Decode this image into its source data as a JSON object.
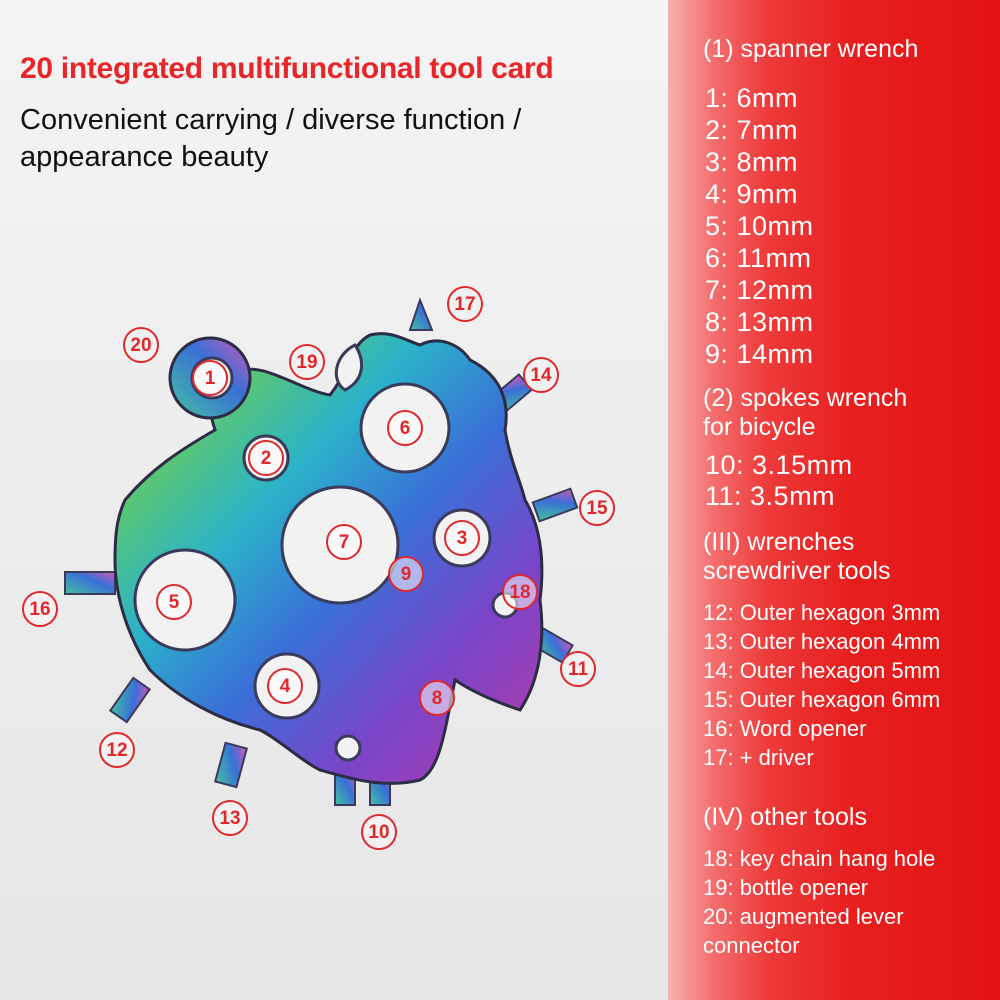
{
  "header": {
    "title": "20 integrated multifunctional tool card",
    "subtitle_line1": "Convenient carrying / diverse function /",
    "subtitle_line2": "appearance beauty"
  },
  "colors": {
    "accent_red": "#e0282c",
    "panel_red": "#e81f1f",
    "text_dark": "#111111"
  },
  "tool_image": {
    "name": "rainbow-snowflake-multitool-icon"
  },
  "callouts": [
    "1",
    "2",
    "3",
    "4",
    "5",
    "6",
    "7",
    "8",
    "9",
    "10",
    "11",
    "12",
    "13",
    "14",
    "15",
    "16",
    "17",
    "18",
    "19",
    "20"
  ],
  "specs": {
    "section1": {
      "heading": "(1) spanner wrench",
      "items": [
        "1: 6mm",
        "2: 7mm",
        "3: 8mm",
        "4: 9mm",
        "5: 10mm",
        "6: 11mm",
        "7: 12mm",
        "8: 13mm",
        "9: 14mm"
      ]
    },
    "section2": {
      "heading_line1": "(2) spokes wrench",
      "heading_line2": "for bicycle",
      "items": [
        "10: 3.15mm",
        "11: 3.5mm"
      ]
    },
    "section3": {
      "heading_line1": "(III) wrenches",
      "heading_line2": "screwdriver tools",
      "items": [
        "12: Outer hexagon 3mm",
        "13: Outer hexagon 4mm",
        "14: Outer hexagon 5mm",
        "15: Outer hexagon 6mm",
        "16: Word opener",
        "17: + driver"
      ]
    },
    "section4": {
      "heading": "(IV) other tools",
      "items": [
        "18: key chain hang hole",
        "19: bottle opener",
        "20: augmented lever",
        "connector"
      ]
    }
  }
}
